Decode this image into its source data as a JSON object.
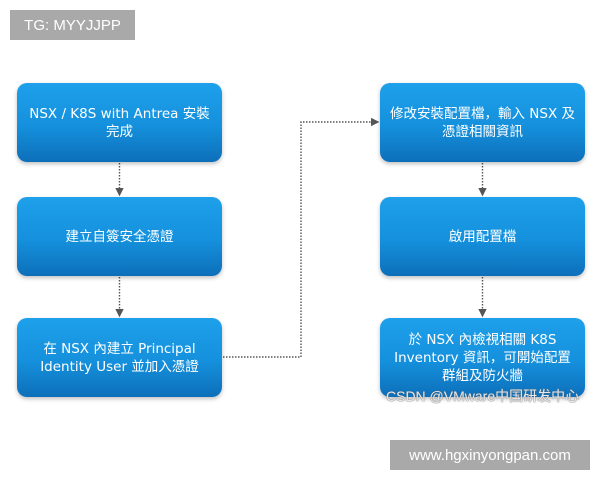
{
  "watermarks": {
    "top_tag": "TG: MYYJJPP",
    "bottom_tag": "www.hgxinyongpan.com",
    "csdn": "CSDN @VMware中国研发中心"
  },
  "diagram": {
    "type": "flowchart",
    "colors": {
      "box_fill": "#1590dc",
      "box_fill_dark": "#0d6fba",
      "box_text": "#ffffff",
      "connector": "#555555"
    },
    "left_column": [
      {
        "id": "step1",
        "label": "NSX / K8S with Antrea 安裝完成"
      },
      {
        "id": "step2",
        "label": "建立自簽安全憑證"
      },
      {
        "id": "step3",
        "label": "在 NSX 內建立 Principal Identity User 並加入憑證"
      }
    ],
    "right_column": [
      {
        "id": "step4",
        "label": "修改安裝配置檔，輸入 NSX 及憑證相關資訊"
      },
      {
        "id": "step5",
        "label": "啟用配置檔"
      },
      {
        "id": "step6",
        "label": "於 NSX 內檢視相關 K8S Inventory 資訊，可開始配置群組及防火牆"
      }
    ],
    "edges": [
      {
        "from": "step1",
        "to": "step2",
        "style": "dotted-arrow"
      },
      {
        "from": "step2",
        "to": "step3",
        "style": "dotted-arrow"
      },
      {
        "from": "step3",
        "to": "step4",
        "style": "dotted-elbow-arrow"
      },
      {
        "from": "step4",
        "to": "step5",
        "style": "dotted-arrow"
      },
      {
        "from": "step5",
        "to": "step6",
        "style": "dotted-arrow"
      }
    ]
  }
}
